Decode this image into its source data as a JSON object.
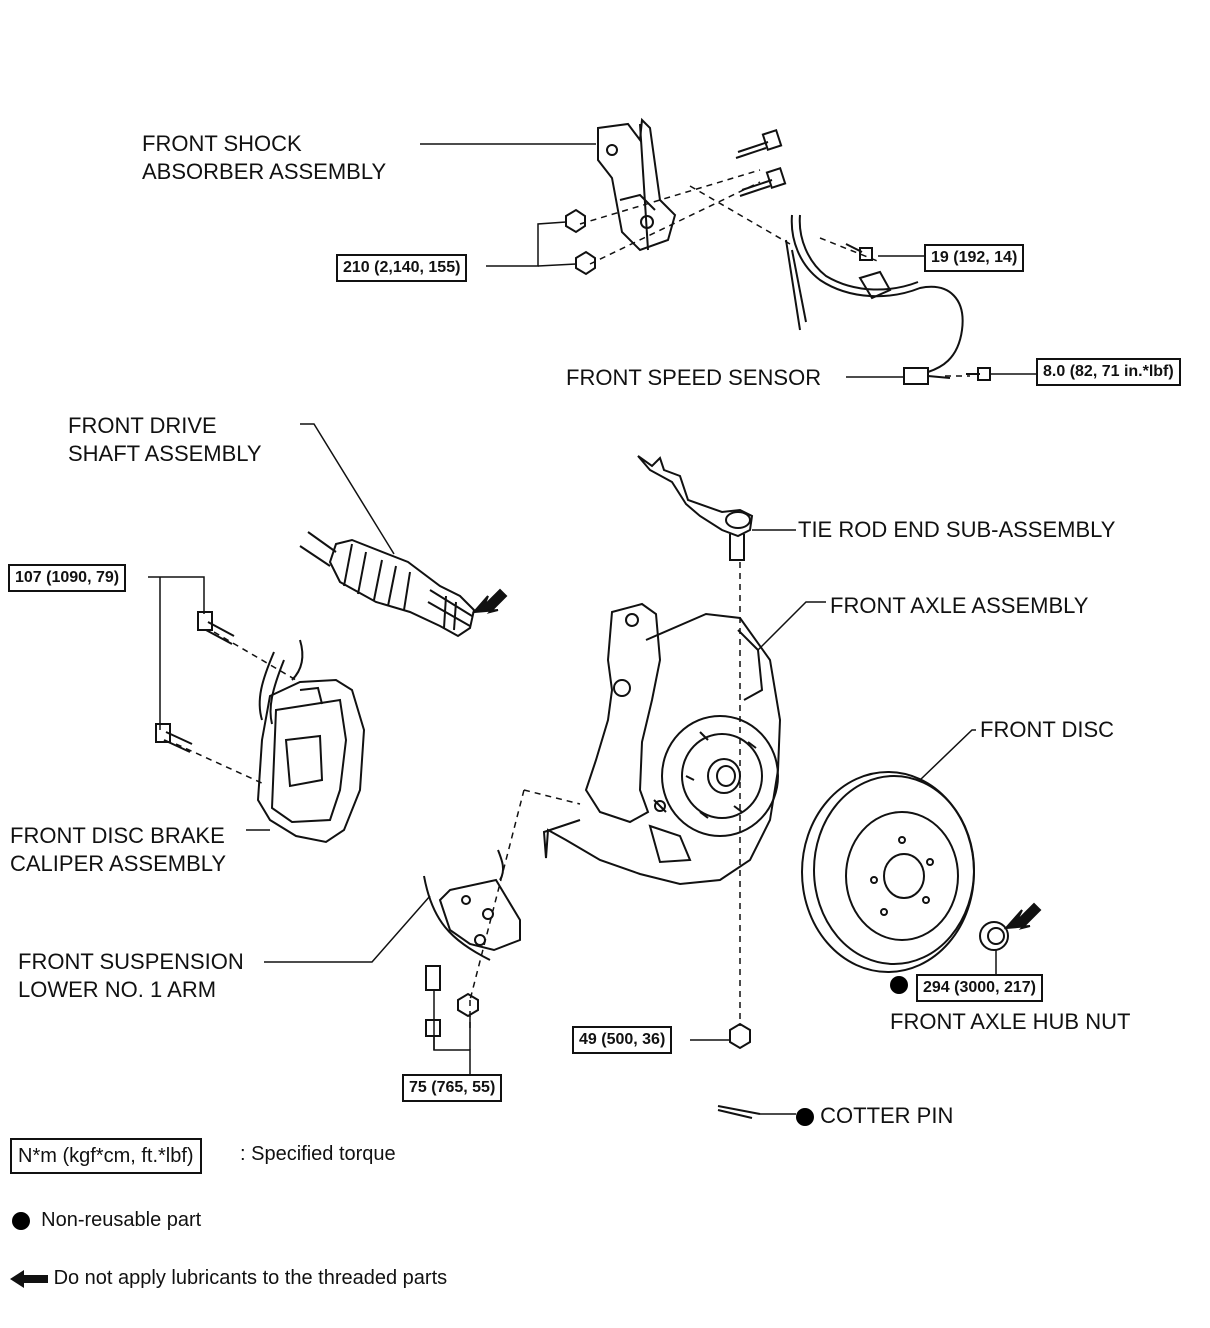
{
  "labels": {
    "shock": "FRONT SHOCK\nABSORBER ASSEMBLY",
    "speed_sensor": "FRONT SPEED SENSOR",
    "drive_shaft": "FRONT DRIVE\nSHAFT ASSEMBLY",
    "tie_rod": "TIE ROD END SUB-ASSEMBLY",
    "axle": "FRONT AXLE ASSEMBLY",
    "disc": "FRONT DISC",
    "caliper": "FRONT DISC BRAKE\nCALIPER ASSEMBLY",
    "lower_arm": "FRONT SUSPENSION\nLOWER NO. 1 ARM",
    "hub_nut": "FRONT AXLE HUB NUT",
    "cotter_pin": "COTTER PIN"
  },
  "torques": {
    "t210": "210 (2,140, 155)",
    "t19": "19 (192, 14)",
    "t8": "8.0 (82, 71 in.*lbf)",
    "t107": "107 (1090, 79)",
    "t294": "294 (3000, 217)",
    "t49": "49 (500, 36)",
    "t75": "75 (765, 55)"
  },
  "legend": {
    "torque_unit": "N*m (kgf*cm, ft.*lbf)",
    "torque_desc": ": Specified torque",
    "nonreusable": "Non-reusable part",
    "no_lube": "Do not apply lubricants to the threaded parts"
  }
}
